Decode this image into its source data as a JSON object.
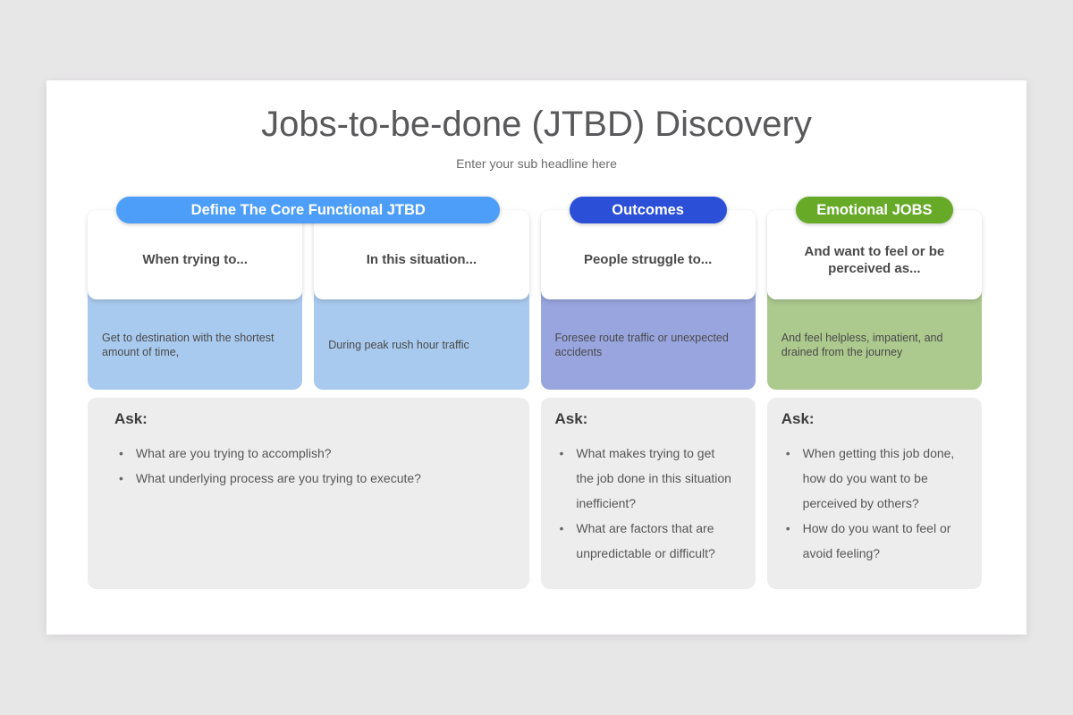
{
  "page": {
    "title": "Jobs-to-be-done (JTBD) Discovery",
    "subtitle": "Enter your sub headline here"
  },
  "colors": {
    "page_bg": "#e8e7e8",
    "slide_bg": "#ffffff",
    "ask_panel_bg": "#ededee",
    "title_text": "#59595b"
  },
  "group_headers": [
    {
      "label": "Define The Core Functional JTBD",
      "color": "#4d9ef8"
    },
    {
      "label": "Outcomes",
      "color": "#2b4fd7"
    },
    {
      "label": "Emotional JOBS",
      "color": "#66aa28"
    }
  ],
  "columns": [
    {
      "header": "When trying to...",
      "note": "Get to destination with the shortest amount of time,",
      "note_color": "#a9caef"
    },
    {
      "header": "In this situation...",
      "note": "During peak rush hour traffic",
      "note_color": "#a9caef"
    },
    {
      "header": "People struggle to...",
      "note": "Foresee route traffic or unexpected accidents",
      "note_color": "#99a5de"
    },
    {
      "header": "And want to feel or be perceived as...",
      "note": "And feel helpless, impatient, and drained from the journey",
      "note_color": "#acc98e"
    }
  ],
  "ask_sections": [
    {
      "heading": "Ask:",
      "bullets": [
        "What are you trying to accomplish?",
        "What underlying process are you trying to execute?"
      ]
    },
    {
      "heading": "Ask:",
      "bullets": [
        "What makes trying to get the job done in this situation inefficient?",
        "What are factors that are unpredictable or difficult?"
      ]
    },
    {
      "heading": "Ask:",
      "bullets": [
        "When getting this job done, how do you want to be perceived by others?",
        "How do you want to feel or avoid feeling?"
      ]
    }
  ]
}
